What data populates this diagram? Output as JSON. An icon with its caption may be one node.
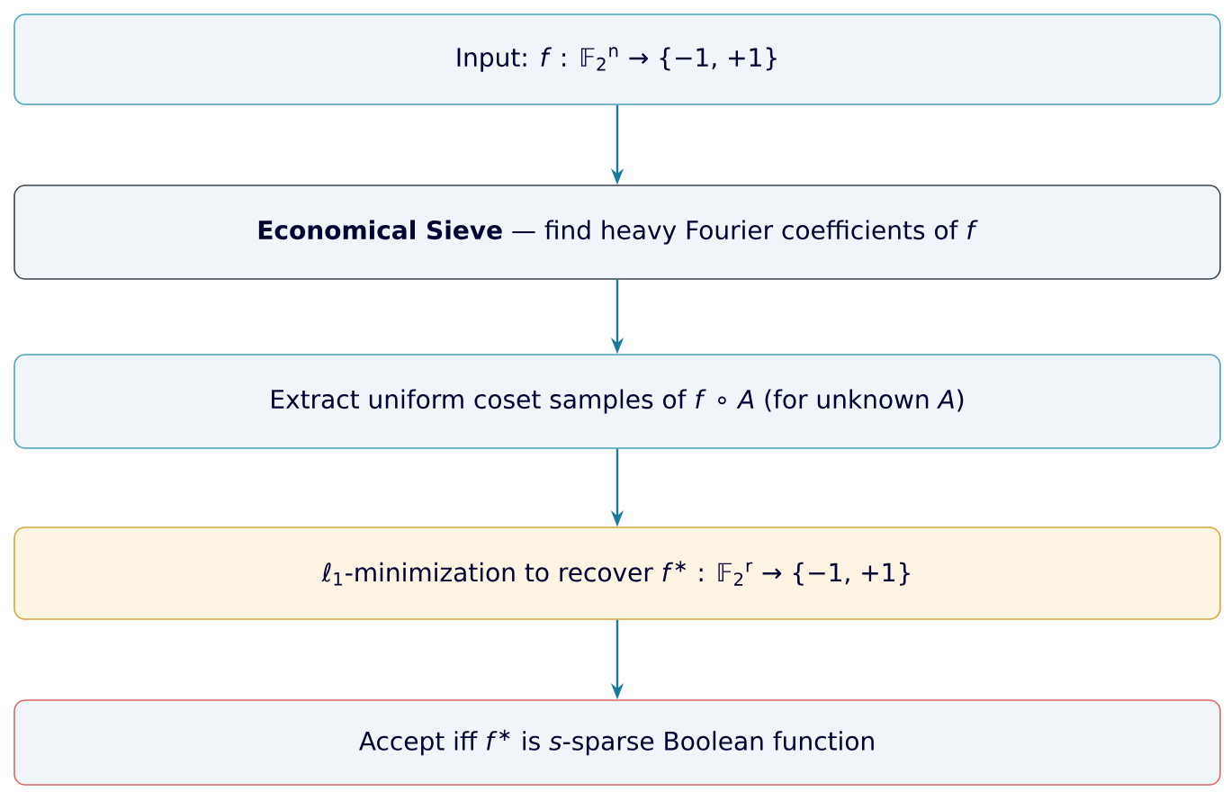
{
  "diagram": {
    "nodes": [
      {
        "text": [
          "Input: *f* : 𝔽$_{2}$$^{n}$ → {−1, +1}"
        ]
      },
      {
        "text": [
          "**Economical Sieve** — find heavy Fourier coefficients of *f*"
        ]
      },
      {
        "text": [
          "Extract uniform coset samples of *f* ∘ *A* (for unknown *A*)"
        ]
      },
      {
        "text": [
          "ℓ$_{1}$-minimization to recover *f*$^{∗}$ : 𝔽$_{2}$$^{r}$ → {−1, +1}"
        ]
      },
      {
        "text": [
          "Accept iff *f*$^{∗}$ is *s*-sparse Boolean function"
        ]
      }
    ],
    "edges": [
      {
        "from": 0,
        "to": 1,
        "arrow": "to"
      },
      {
        "from": 1,
        "to": 2,
        "arrow": "to"
      },
      {
        "from": 2,
        "to": 3,
        "arrow": "to"
      },
      {
        "from": 3,
        "to": 4,
        "arrow": "to"
      }
    ]
  }
}
